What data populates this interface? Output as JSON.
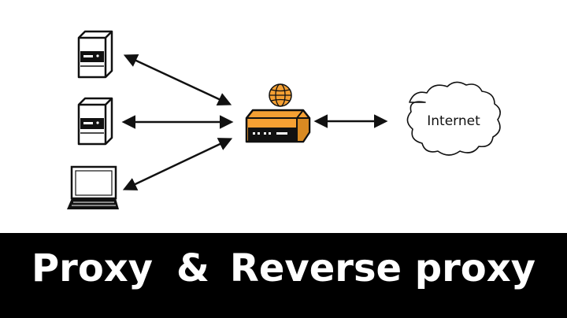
{
  "diagram": {
    "nodes": [
      {
        "id": "server-1",
        "icon": "server-icon"
      },
      {
        "id": "server-2",
        "icon": "server-icon"
      },
      {
        "id": "laptop",
        "icon": "laptop-icon"
      },
      {
        "id": "proxy",
        "icon": "proxy-box-icon"
      },
      {
        "id": "globe",
        "icon": "globe-icon"
      },
      {
        "id": "internet",
        "icon": "cloud-icon",
        "label": "Internet"
      }
    ],
    "edges": [
      {
        "from": "server-1",
        "to": "proxy",
        "direction": "both"
      },
      {
        "from": "server-2",
        "to": "proxy",
        "direction": "both"
      },
      {
        "from": "laptop",
        "to": "proxy",
        "direction": "both"
      },
      {
        "from": "proxy",
        "to": "internet",
        "direction": "both"
      }
    ]
  },
  "title": {
    "part1": "Proxy",
    "ampersand": "&",
    "part2": "Reverse proxy"
  },
  "colors": {
    "accent": "#f5a033",
    "ink": "#111111",
    "banner": "#000000",
    "banner_text": "#ffffff"
  }
}
